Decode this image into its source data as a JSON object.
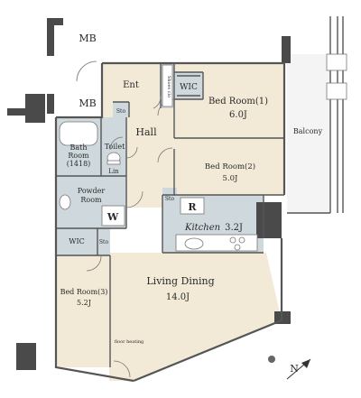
{
  "colors": {
    "room_fill": "#f2ead7",
    "wet_fill": "#cfd9dd",
    "kitchen_fill": "#cfd9dd",
    "wall": "#4a4a4a",
    "balcony": "#f4f4f4",
    "grid": "#bbbbbb"
  },
  "rooms": {
    "mb_top": "MB",
    "mb_bottom": "MB",
    "entrance": "Ent",
    "shoe_closet": "Shoes clo",
    "wic_top": "WIC",
    "bedroom1": {
      "name": "Bed Room(1)",
      "size": "6.0J"
    },
    "storage_top": "Sto",
    "hall": "Hall",
    "bath": {
      "name": "Bath",
      "name2": "Room",
      "size": "(1418)"
    },
    "toilet": "Toilet",
    "linen": "Lin",
    "bedroom2": {
      "name": "Bed Room(2)",
      "size": "5.0J"
    },
    "balcony": "Balcony",
    "powder": {
      "name": "Powder",
      "name2": "Room"
    },
    "washer": "W",
    "storage_mid": "Sto",
    "refrigerator": "R",
    "kitchen": {
      "name": "Kitchen",
      "size": "3.2J"
    },
    "wic_bottom": "WIC",
    "storage_bottom": "Sto",
    "living": {
      "name": "Living Dining",
      "size": "14.0J"
    },
    "bedroom3": {
      "name": "Bed Room(3)",
      "size": "5.2J"
    },
    "floor_heating": "floor heating"
  },
  "compass_label": "N"
}
